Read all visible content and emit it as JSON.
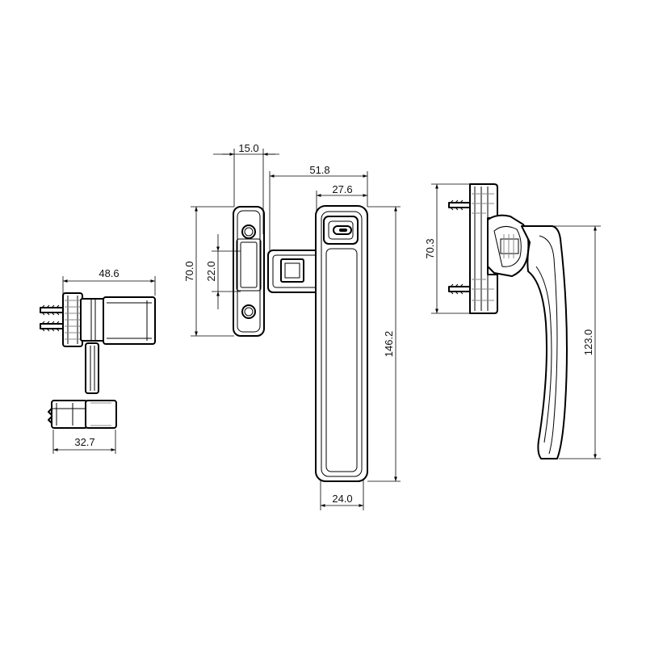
{
  "dimensions": {
    "side_view_width": "48.6",
    "bolt_width": "32.7",
    "spindle_offset": "15.0",
    "handle_reach": "51.8",
    "handle_head_width": "27.6",
    "base_height": "70.0",
    "hole_spacing": "22.0",
    "handle_length": "146.2",
    "handle_width": "24.0",
    "profile_base_height": "70.3",
    "profile_height": "123.0"
  },
  "colors": {
    "line": "#000000",
    "background": "#ffffff"
  }
}
